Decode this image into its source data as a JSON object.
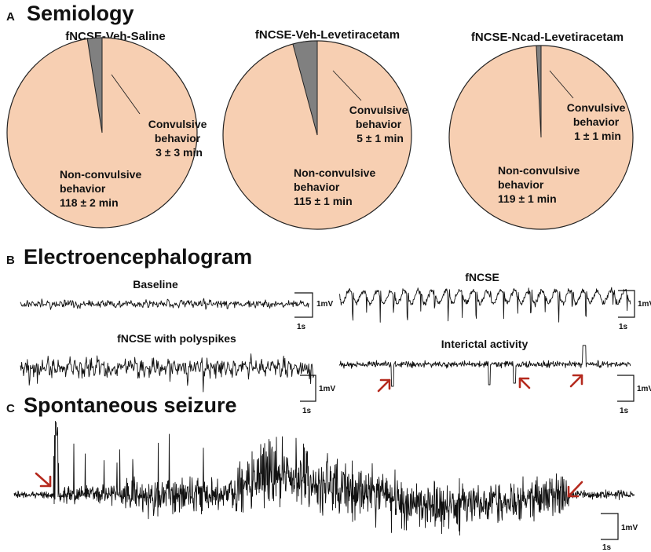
{
  "panels": {
    "a": {
      "letter": "A",
      "title": "Semiology"
    },
    "b": {
      "letter": "B",
      "title": "Electroencephalogram"
    },
    "c": {
      "letter": "C",
      "title": "Spontaneous seizure"
    }
  },
  "colors": {
    "non_convulsive": "#f7cfb2",
    "convulsive": "#808080",
    "arrow": "#b52a1e",
    "trace": "#111111"
  },
  "chart_data": [
    {
      "type": "pie",
      "title": "fNCSE-Veh-Saline",
      "slices": [
        {
          "label": [
            "Convulsive",
            "behavior",
            "3 ± 3 min"
          ],
          "value": 3
        },
        {
          "label": [
            "Non-convulsive",
            "behavior",
            "118 ± 2 min"
          ],
          "value": 118
        }
      ]
    },
    {
      "type": "pie",
      "title": "fNCSE-Veh-Levetiracetam",
      "slices": [
        {
          "label": [
            "Convulsive",
            "behavior",
            "5 ± 1 min"
          ],
          "value": 5
        },
        {
          "label": [
            "Non-convulsive",
            "behavior",
            "115 ± 1 min"
          ],
          "value": 115
        }
      ]
    },
    {
      "type": "pie",
      "title": "fNCSE-Ncad-Levetiracetam",
      "slices": [
        {
          "label": [
            "Convulsive",
            "behavior",
            "1 ± 1 min"
          ],
          "value": 1
        },
        {
          "label": [
            "Non-convulsive",
            "behavior",
            "119 ± 1 min"
          ],
          "value": 119
        }
      ]
    }
  ],
  "eeg": {
    "scale": {
      "voltage": "1mV",
      "time": "1s"
    },
    "traces": [
      {
        "id": "baseline",
        "title": "Baseline"
      },
      {
        "id": "fncse",
        "title": "fNCSE"
      },
      {
        "id": "polyspikes",
        "title": "fNCSE with polyspikes"
      },
      {
        "id": "interictal",
        "title": "Interictal activity"
      },
      {
        "id": "seizure",
        "title": ""
      }
    ]
  }
}
